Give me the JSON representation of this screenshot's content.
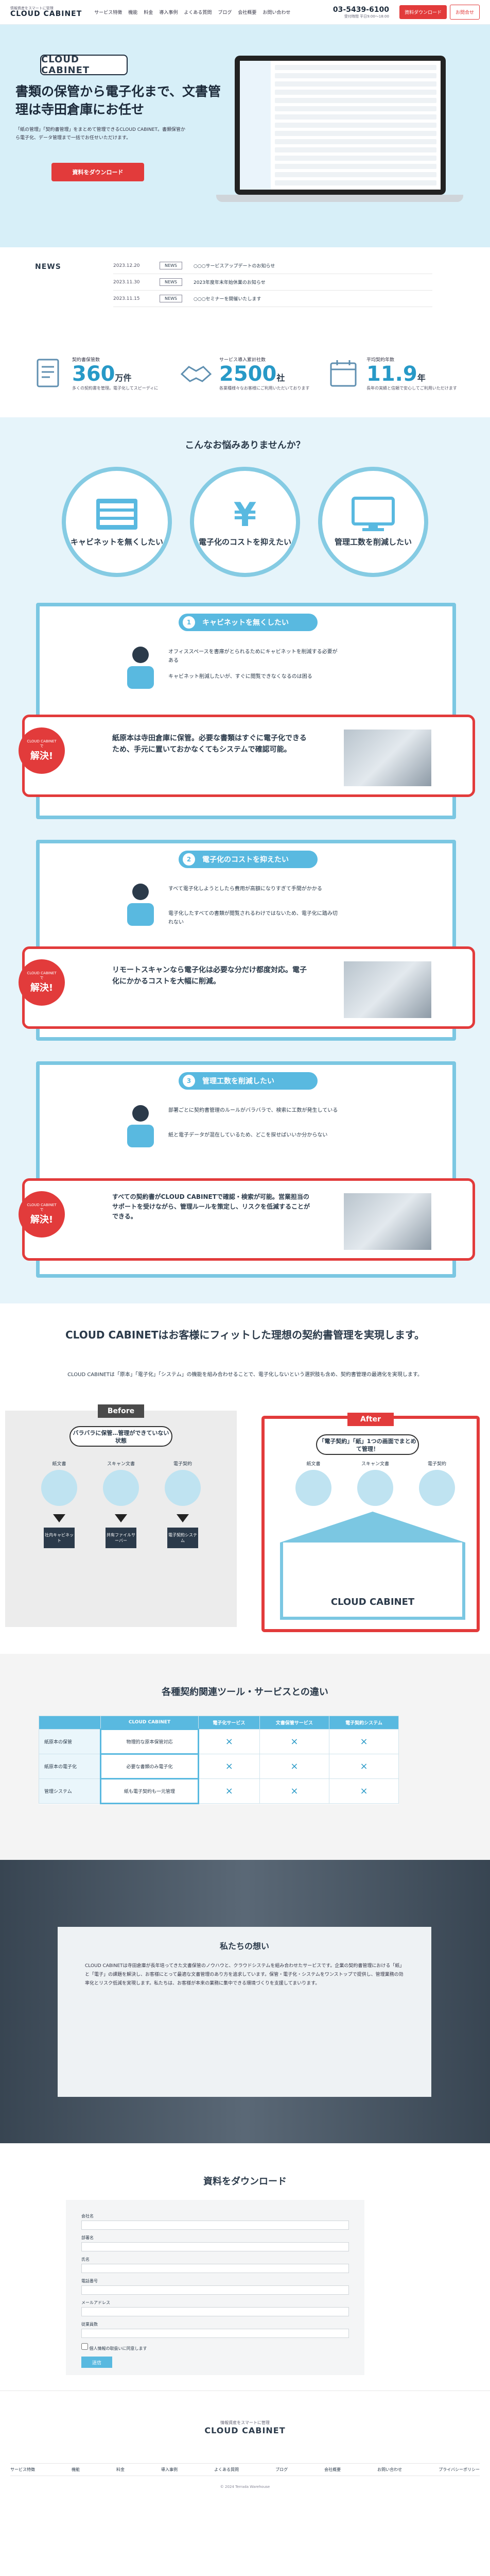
{
  "header": {
    "logo_sub": "情報資産をスマートに管理",
    "logo_main": "CLOUD CABINET",
    "nav": [
      "サービス特徴",
      "機能",
      "料金",
      "導入事例",
      "よくある質問",
      "ブログ",
      "会社概要",
      "お問い合わせ"
    ],
    "tel": "03-5439-6100",
    "hours": "受付時間 平日9:00〜18:00",
    "cta1": "資料ダウンロード",
    "cta2": "お問合せ"
  },
  "hero": {
    "badge": "CLOUD CABINET",
    "title": "書類の保管から電子化まで、文書管理は寺田倉庫にお任せ",
    "lead": "「紙の管理」「契約書管理」をまとめて管理できるCLOUD CABINET。書類保管から電子化、データ管理まで一括でお任せいただけます。",
    "button": "資料をダウンロード"
  },
  "news": {
    "title": "NEWS",
    "items": [
      {
        "date": "2023.12.20",
        "tag": "NEWS",
        "text": "○○○サービスアップデートのお知らせ"
      },
      {
        "date": "2023.11.30",
        "tag": "NEWS",
        "text": "2023年度年末年始休業のお知らせ"
      },
      {
        "date": "2023.11.15",
        "tag": "NEWS",
        "text": "○○○セミナーを開催いたします"
      }
    ]
  },
  "stats": [
    {
      "label": "契約書保管数",
      "value": "360",
      "unit": "万件",
      "cap": "多くの契約書を管理。電子化してスピーディに"
    },
    {
      "label": "サービス導入累計社数",
      "value": "2500",
      "unit": "社",
      "cap": "各業種様々なお客様にご利用いただいております"
    },
    {
      "label": "平均契約年数",
      "value": "11.9",
      "unit": "年",
      "cap": "長年の実績と信頼で安心してご利用いただけます"
    }
  ],
  "worries": {
    "title": "こんなお悩みありませんか？",
    "circles": [
      "キャビネットを無くしたい",
      "電子化のコストを抑えたい",
      "管理工数を削減したい"
    ],
    "blocks": [
      {
        "n": "1",
        "head": "キャビネットを無くしたい",
        "say1": "オフィススペースを書庫がとられるためにキャビネットを削減する必要がある",
        "say2": "キャビネット削減したいが、すぐに閲覧できなくなるのは困る",
        "solve_tag_a": "CLOUD CABINET",
        "solve_tag_b": "で",
        "solve_tag_c": "解決!",
        "solve": "紙原本は寺田倉庫に保管。必要な書類はすぐに電子化できるため、手元に置いておかなくてもシステムで確認可能。"
      },
      {
        "n": "2",
        "head": "電子化のコストを抑えたい",
        "say1": "すべて電子化しようとしたら費用が高額になりすぎて手間がかかる",
        "say2": "電子化したすべての書類が閲覧されるわけではないため、電子化に踏み切れない",
        "solve_tag_a": "CLOUD CABINET",
        "solve_tag_b": "で",
        "solve_tag_c": "解決!",
        "solve": "リモートスキャンなら電子化は必要な分だけ都度対応。電子化にかかるコストを大幅に削減。"
      },
      {
        "n": "3",
        "head": "管理工数を削減したい",
        "say1": "部署ごとに契約書管理のルールがバラバラで、検索に工数が発生している",
        "say2": "紙と電子データが混在しているため、どこを探せばいいか分からない",
        "solve_tag_a": "CLOUD CABINET",
        "solve_tag_b": "で",
        "solve_tag_c": "解決!",
        "solve": "すべての契約書がCLOUD CABINETで確認・検索が可能。営業担当のサポートを受けながら、管理ルールを策定し、リスクを低減することができる。"
      }
    ]
  },
  "ideal": {
    "title": "CLOUD CABINETはお客様にフィットした理想の契約書管理を実現します。",
    "lead": "CLOUD CABINETは「原本」「電子化」「システム」の機能を組み合わせることで、電子化しないという選択肢も含め、契約書管理の最適化を実現します。",
    "before_label": "Before",
    "after_label": "After",
    "before_bubble": "バラバラに保管…管理ができていない状態",
    "after_bubble": "「電子契約」「紙」1つの画面でまとめて管理！",
    "cols": [
      "紙文書",
      "スキャン文書",
      "電子契約"
    ],
    "before_boxes": [
      "社内キャビネット",
      "共有ファイルサーバー",
      "電子契約システム"
    ],
    "house": "CLOUD CABINET"
  },
  "compare": {
    "title": "各種契約関連ツール・サービスとの違い",
    "headers": [
      "",
      "CLOUD CABINET",
      "電子化サービス",
      "文書保管サービス",
      "電子契約システム"
    ],
    "rows": [
      {
        "label": "紙原本の保管",
        "cc": "物理的な原本保管対応"
      },
      {
        "label": "紙原本の電子化",
        "cc": "必要な書類のみ電子化"
      },
      {
        "label": "管理システム",
        "cc": "紙も電子契約も一元管理"
      }
    ],
    "mark": "×"
  },
  "thoughts": {
    "title": "私たちの想い",
    "body": "CLOUD CABINETは寺田倉庫が長年培ってきた文書保管のノウハウと、クラウドシステムを組み合わせたサービスです。企業の契約書管理における「紙」と「電子」の課題を解決し、お客様にとって最適な文書管理のあり方を追求しています。保管・電子化・システムをワンストップで提供し、管理業務の効率化とリスク低減を実現します。私たちは、お客様が本来の業務に集中できる環境づくりを支援してまいります。"
  },
  "form": {
    "title": "資料をダウンロード",
    "fields": [
      "会社名",
      "部署名",
      "氏名",
      "電話番号",
      "メールアドレス",
      "従業員数"
    ],
    "agree": "個人情報の取扱いに同意します",
    "submit": "送信"
  },
  "footer": {
    "sub": "情報資産をスマートに管理",
    "brand": "CLOUD CABINET",
    "nav": [
      "サービス特徴",
      "機能",
      "料金",
      "導入事例",
      "よくある質問",
      "ブログ",
      "会社概要",
      "お問い合わせ",
      "プライバシーポリシー"
    ],
    "copy": "© 2024 Terrada Warehouse"
  }
}
